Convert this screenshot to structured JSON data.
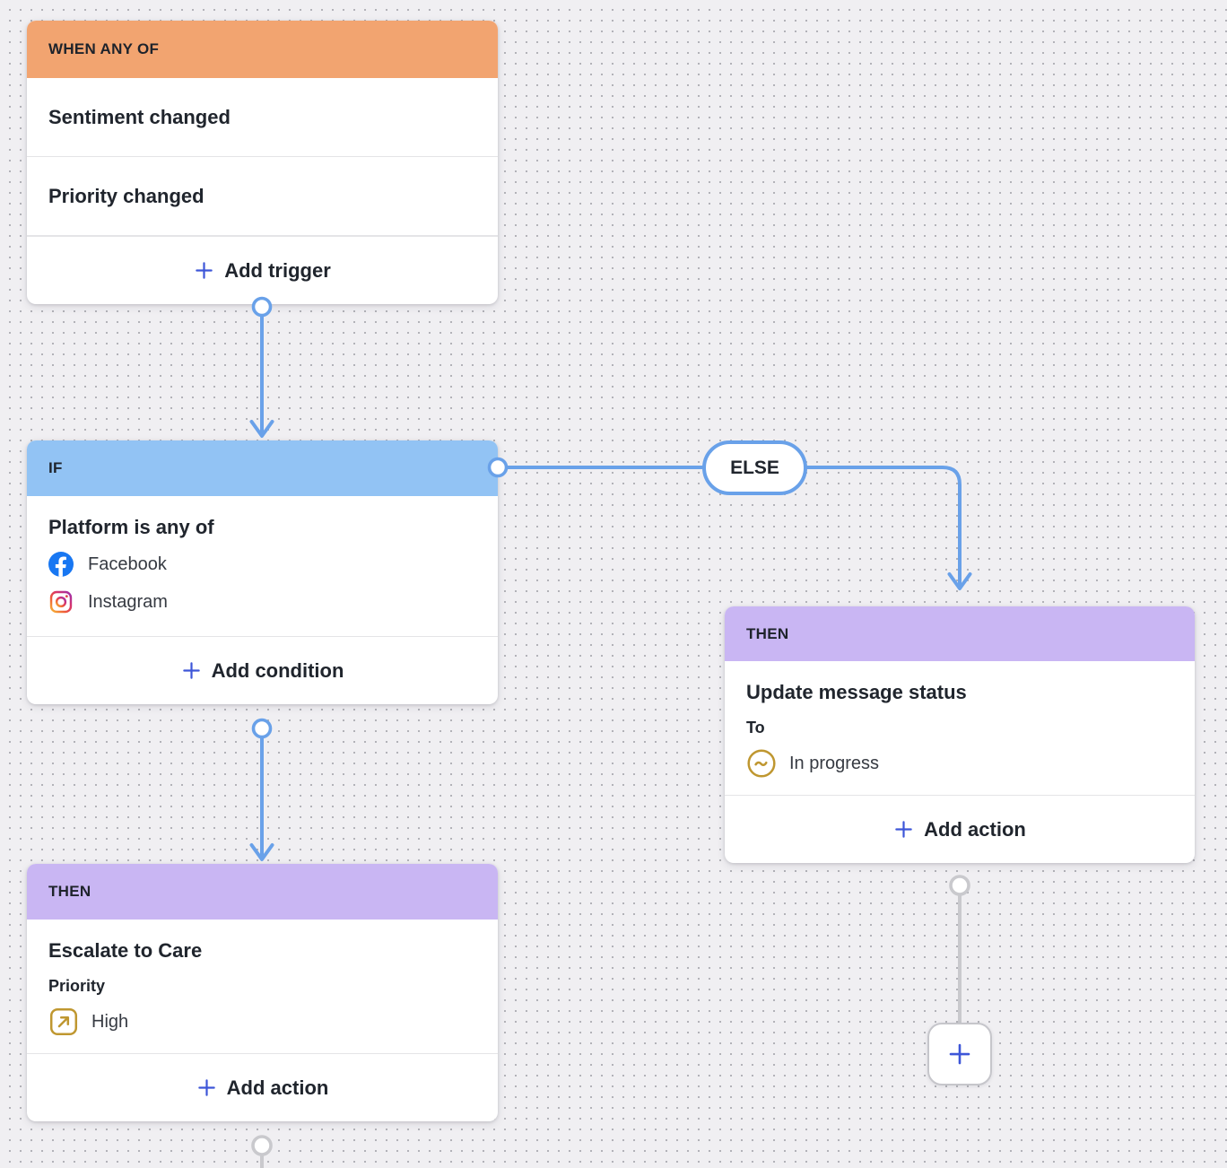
{
  "canvas": {
    "description": "automation workflow builder canvas with dot grid",
    "colors": {
      "background": "#f0eff2",
      "dot": "#b2b2b8",
      "trigger_header": "#f2a470",
      "if_header": "#92c3f4",
      "then_header": "#c9b6f3",
      "link_blue": "#69a1e9",
      "link_gray": "#c9c9cd",
      "accent_blue": "#3d56d8",
      "gold": "#bf9730",
      "facebook_blue": "#1877f2"
    }
  },
  "trigger_card": {
    "header": "WHEN ANY OF",
    "triggers": [
      "Sentiment changed",
      "Priority changed"
    ],
    "add_label": "Add trigger"
  },
  "condition_card": {
    "header": "IF",
    "title": "Platform is any of",
    "platforms": [
      {
        "name": "Facebook",
        "icon": "facebook-icon"
      },
      {
        "name": "Instagram",
        "icon": "instagram-icon"
      }
    ],
    "add_label": "Add condition"
  },
  "else_badge": {
    "label": "ELSE"
  },
  "then_left_card": {
    "header": "THEN",
    "title": "Escalate to Care",
    "field_label": "Priority",
    "field_value": "High",
    "field_icon": "arrow-up-right-icon",
    "add_label": "Add action"
  },
  "then_right_card": {
    "header": "THEN",
    "title": "Update message status",
    "field_label": "To",
    "field_value": "In progress",
    "field_icon": "tilde-circle-icon",
    "add_label": "Add action"
  }
}
